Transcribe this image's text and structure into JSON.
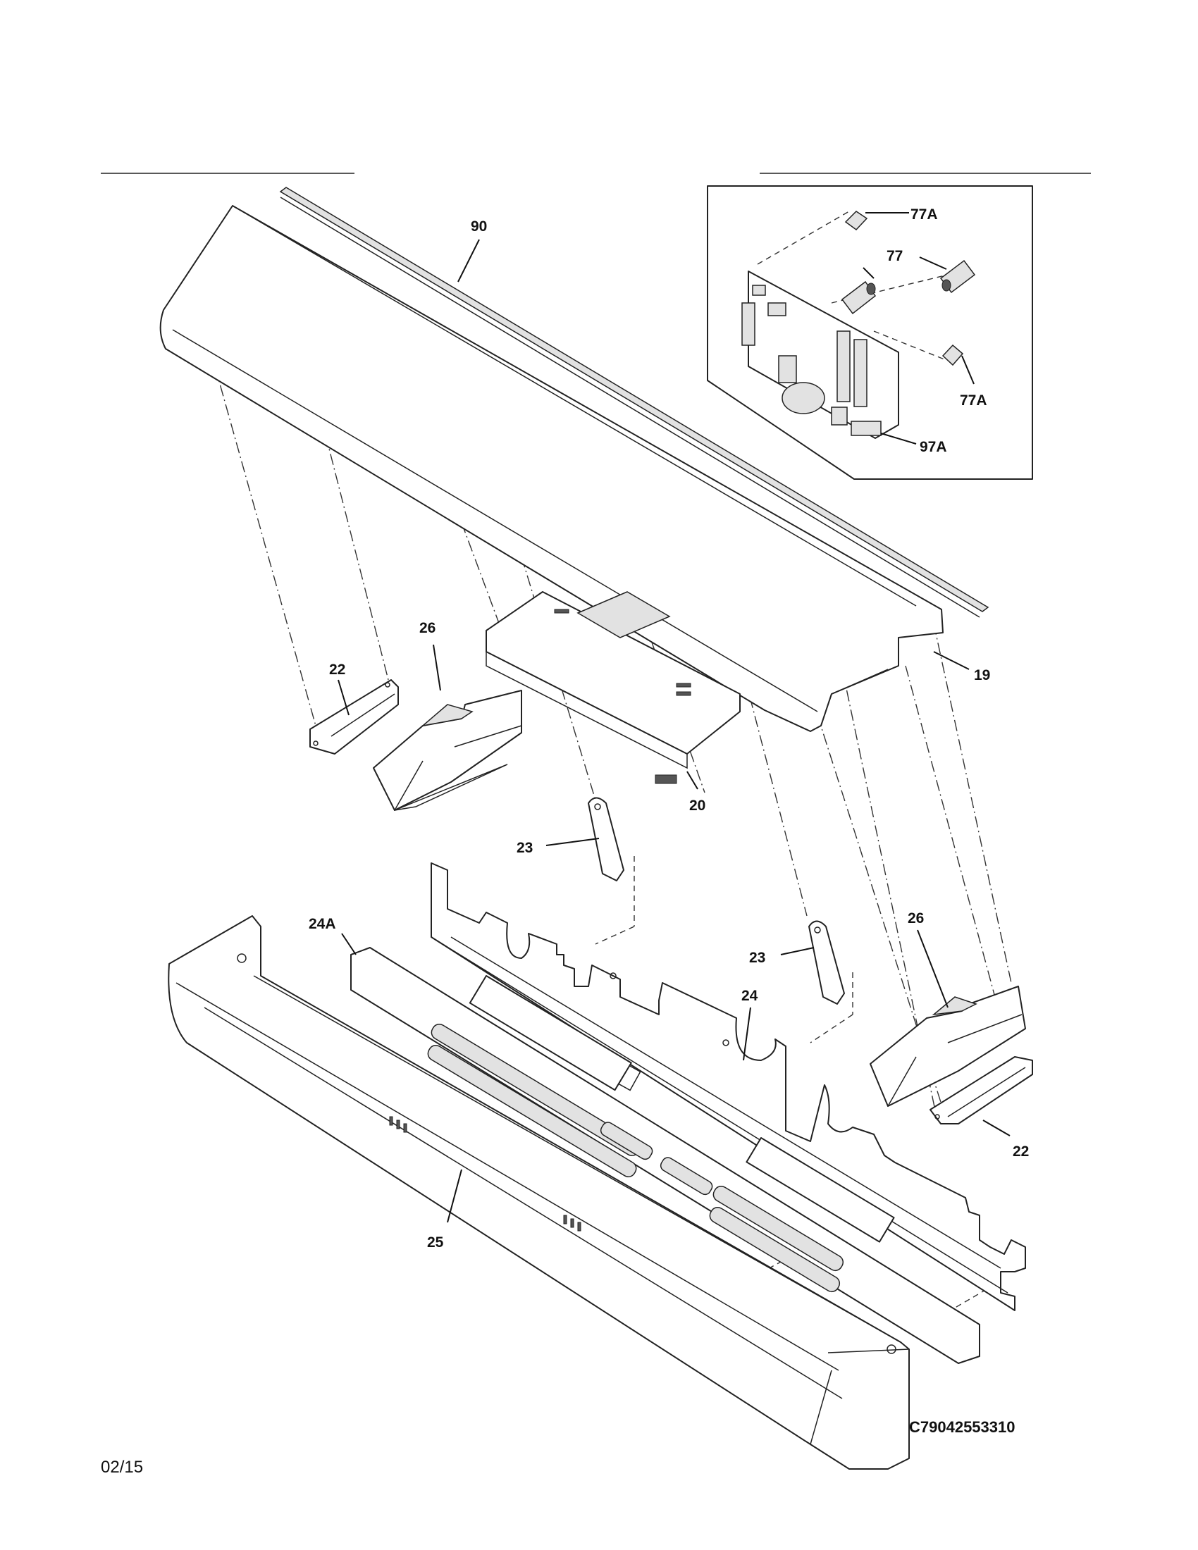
{
  "callouts": {
    "c90": "90",
    "c77a_top": "77A",
    "c77": "77",
    "c77a_bottom": "77A",
    "c97a": "97A",
    "c26_left": "26",
    "c22_left": "22",
    "c19": "19",
    "c20": "20",
    "c23_left": "23",
    "c24a": "24A",
    "c23_right": "23",
    "c26_right": "26",
    "c24": "24",
    "c22_right": "22",
    "c25": "25"
  },
  "diagram_code": "C79042553310",
  "page_date": "02/15"
}
